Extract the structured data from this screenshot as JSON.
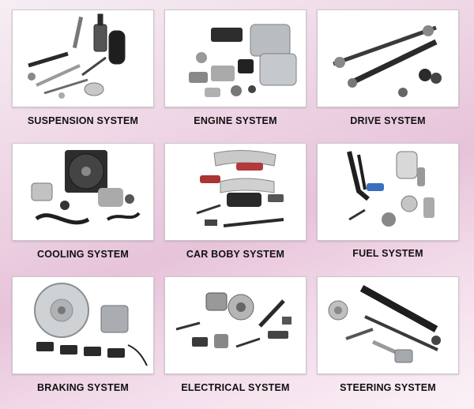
{
  "categories": [
    {
      "title": "SUSPENSION SYSTEM"
    },
    {
      "title": "ENGINE SYSTEM"
    },
    {
      "title": "DRIVE SYSTEM"
    },
    {
      "title": "COOLING SYSTEM"
    },
    {
      "title": "CAR BOBY SYSTEM"
    },
    {
      "title": "FUEL SYSTEM"
    },
    {
      "title": "BRAKING SYSTEM"
    },
    {
      "title": "ELECTRICAL SYSTEM"
    },
    {
      "title": "STEERING SYSTEM"
    }
  ],
  "colors": {
    "frame_border": "#c9c9c9",
    "label_text": "#111111",
    "part_dark": "#2a2a2a",
    "part_metal": "#b9bcc0"
  }
}
